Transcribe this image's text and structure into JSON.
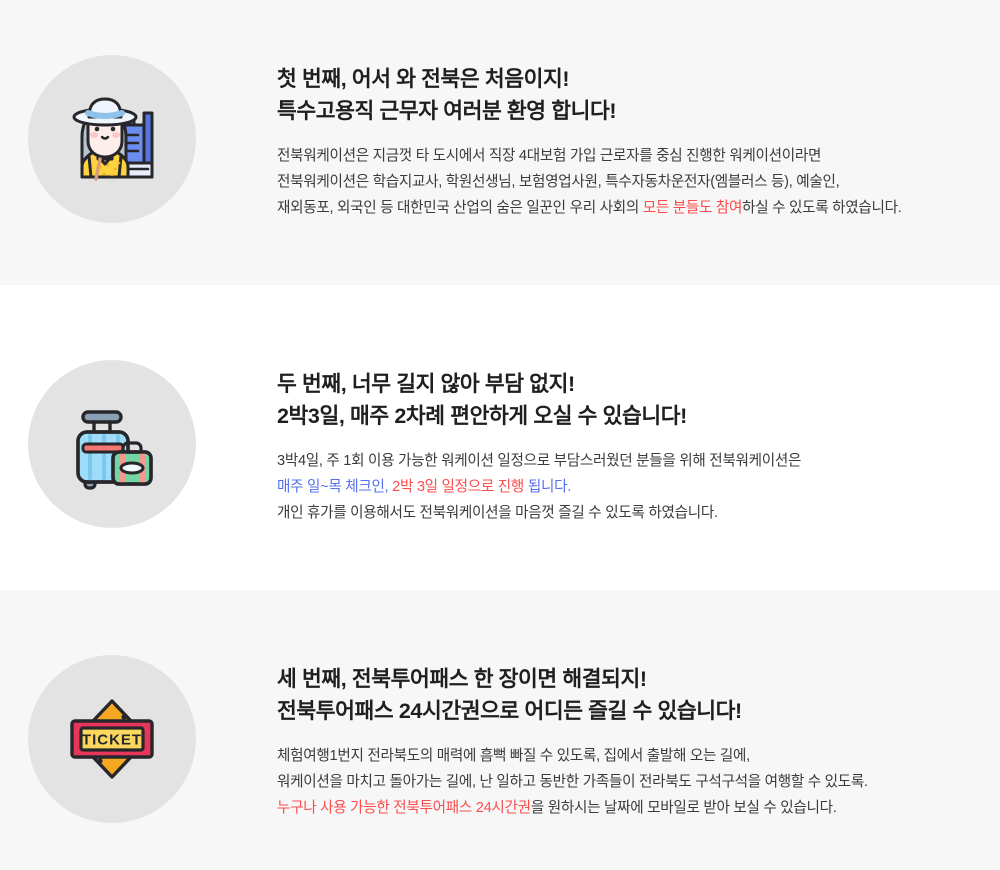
{
  "theme": {
    "section_bg_gray": "#f7f7f7",
    "section_bg_white": "#ffffff",
    "circle_bg": "#e3e3e3",
    "headline_color": "#1f1f1f",
    "body_color": "#3b3b3b",
    "highlight_red": "#fb4d4d",
    "highlight_blue": "#5570e8"
  },
  "sections": [
    {
      "icon_name": "tourist-woman-city-icon",
      "headline_line1": "첫 번째, 어서 와 전북은 처음이지!",
      "headline_line2": "특수고용직 근무자 여러분 환영 합니다!",
      "body": [
        {
          "parts": [
            {
              "text": "전북워케이션은 지금껏 타 도시에서 직장 4대보험 가입 근로자를 중심 진행한 워케이션이라면",
              "style": "normal"
            }
          ]
        },
        {
          "parts": [
            {
              "text": "전북워케이션은 학습지교사, 학원선생님, 보험영업사원, 특수자동차운전자(엠블러스 등), 예술인,",
              "style": "normal"
            }
          ]
        },
        {
          "parts": [
            {
              "text": "재외동포, 외국인 등 대한민국 산업의 숨은 일꾼인 우리 사회의 ",
              "style": "normal"
            },
            {
              "text": "모든 분들도 참여",
              "style": "red"
            },
            {
              "text": "하실 수 있도록 하였습니다.",
              "style": "normal"
            }
          ]
        }
      ]
    },
    {
      "icon_name": "luggage-suitcase-icon",
      "headline_line1": "두 번째,  너무 길지 않아 부담 없지!",
      "headline_line2": "2박3일, 매주 2차례 편안하게 오실 수 있습니다!",
      "body": [
        {
          "parts": [
            {
              "text": "3박4일, 주 1회 이용 가능한 워케이션 일정으로 부담스러웠던 분들을 위해 전북워케이션은",
              "style": "normal"
            }
          ]
        },
        {
          "parts": [
            {
              "text": "매주 일~목 체크인, ",
              "style": "blue"
            },
            {
              "text": "2박 3일 일정으로 진행",
              "style": "red"
            },
            {
              "text": " 됩니다.",
              "style": "blue"
            }
          ]
        },
        {
          "parts": [
            {
              "text": "개인 휴가를 이용해서도 전북워케이션을 마음껏 즐길 수 있도록 하였습니다.",
              "style": "normal"
            }
          ]
        }
      ]
    },
    {
      "icon_name": "ticket-icon",
      "headline_line1": "세 번째, 전북투어패스 한 장이면 해결되지!",
      "headline_line2": "전북투어패스 24시간권으로 어디든 즐길 수 있습니다!",
      "body": [
        {
          "parts": [
            {
              "text": "체험여행1번지 전라북도의 매력에 흠뻑 빠질 수 있도록, 집에서 출발해 오는 길에,",
              "style": "normal"
            }
          ]
        },
        {
          "parts": [
            {
              "text": "워케이션을 마치고 돌아가는 길에, 난 일하고 동반한 가족들이 전라북도 구석구석을 여행할 수 있도록.",
              "style": "normal"
            }
          ]
        },
        {
          "parts": [
            {
              "text": "누구나 사용 가능한 전북투어패스 24시간권",
              "style": "red"
            },
            {
              "text": "을 원하시는 날짜에 모바일로 받아 보실 수 있습니다.",
              "style": "normal"
            }
          ]
        }
      ]
    }
  ],
  "ticket_icon": {
    "label": "TICKET"
  }
}
